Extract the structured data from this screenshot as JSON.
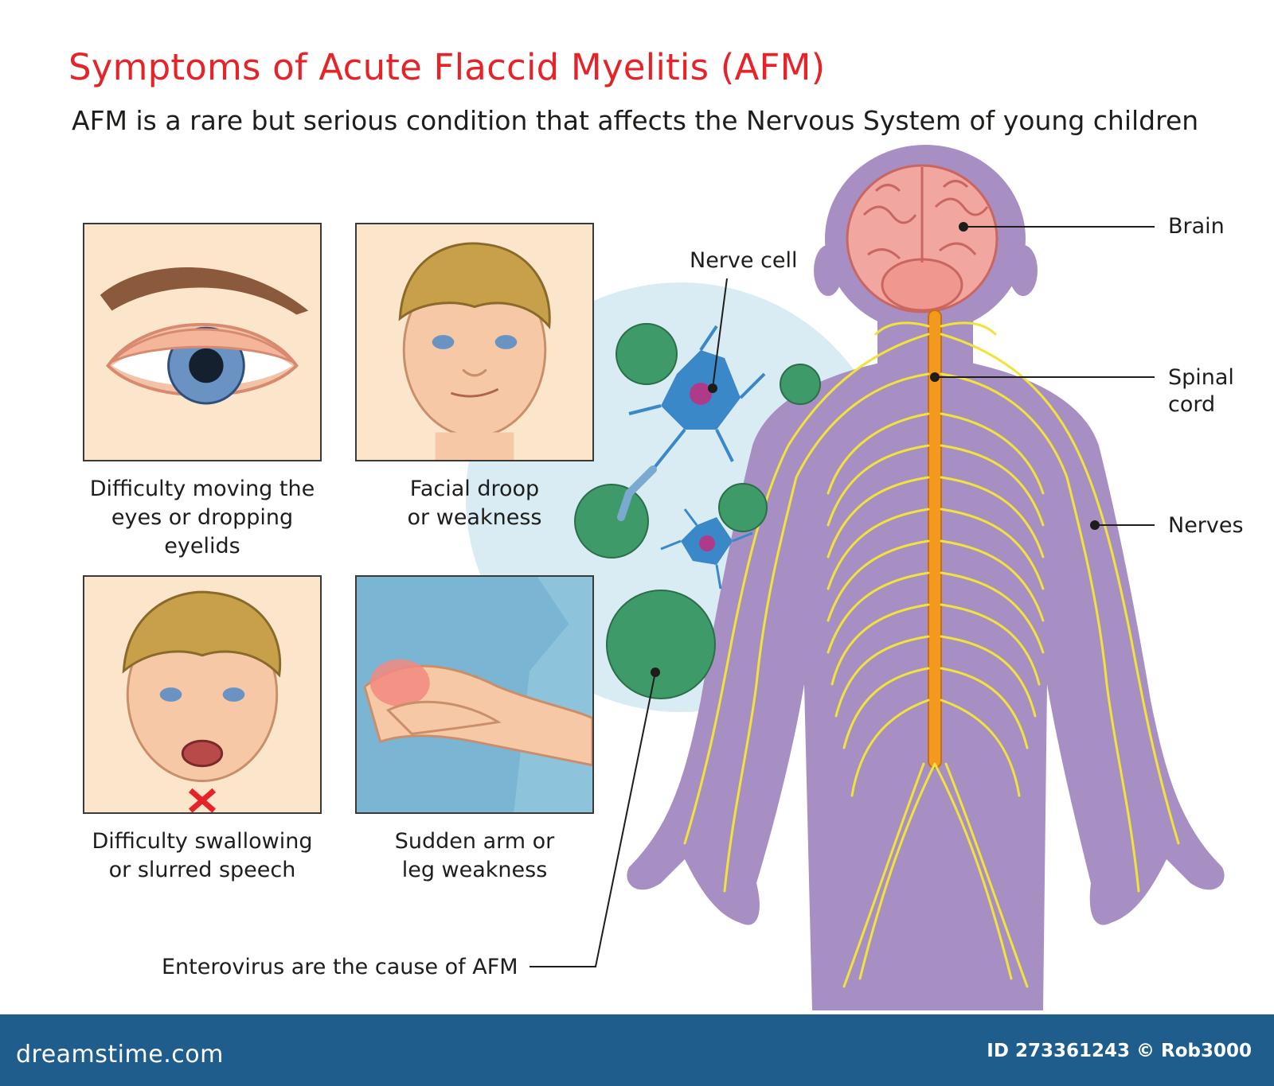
{
  "title": "Symptoms of Acute Flaccid Myelitis (AFM)",
  "subtitle": "AFM is a rare but serious condition that affects the Nervous System of young children",
  "symptoms": [
    {
      "caption": "Difficulty moving the eyes or dropping eyelids",
      "lines": [
        "Difficulty moving the",
        "eyes or dropping",
        "eyelids"
      ]
    },
    {
      "caption": "Facial droop or weakness",
      "lines": [
        "Facial droop",
        "or weakness"
      ]
    },
    {
      "caption": "Difficulty swallowing or slurred speech",
      "lines": [
        "Difficulty swallowing",
        "or slurred speech"
      ]
    },
    {
      "caption": "Sudden arm or leg weakness",
      "lines": [
        "Sudden arm or",
        "leg weakness"
      ]
    }
  ],
  "labels": {
    "nerve_cell": "Nerve cell",
    "brain": "Brain",
    "spinal_cord_line1": "Spinal",
    "spinal_cord_line2": "cord",
    "nerves": "Nerves",
    "cause": "Enterovirus are the cause of AFM"
  },
  "footer": {
    "logo": "dreamstime.com",
    "id_text": "ID 273361243 © Rob3000"
  },
  "colors": {
    "title": "#e52329",
    "panel_bg": "#fbe6cc",
    "body": "#a78fc4",
    "nerves": "#f2e33a",
    "spine": "#f39a1e",
    "brain": "#f2a6a0",
    "virus": "#3f9a6a",
    "footer": "#1f5d8c"
  }
}
